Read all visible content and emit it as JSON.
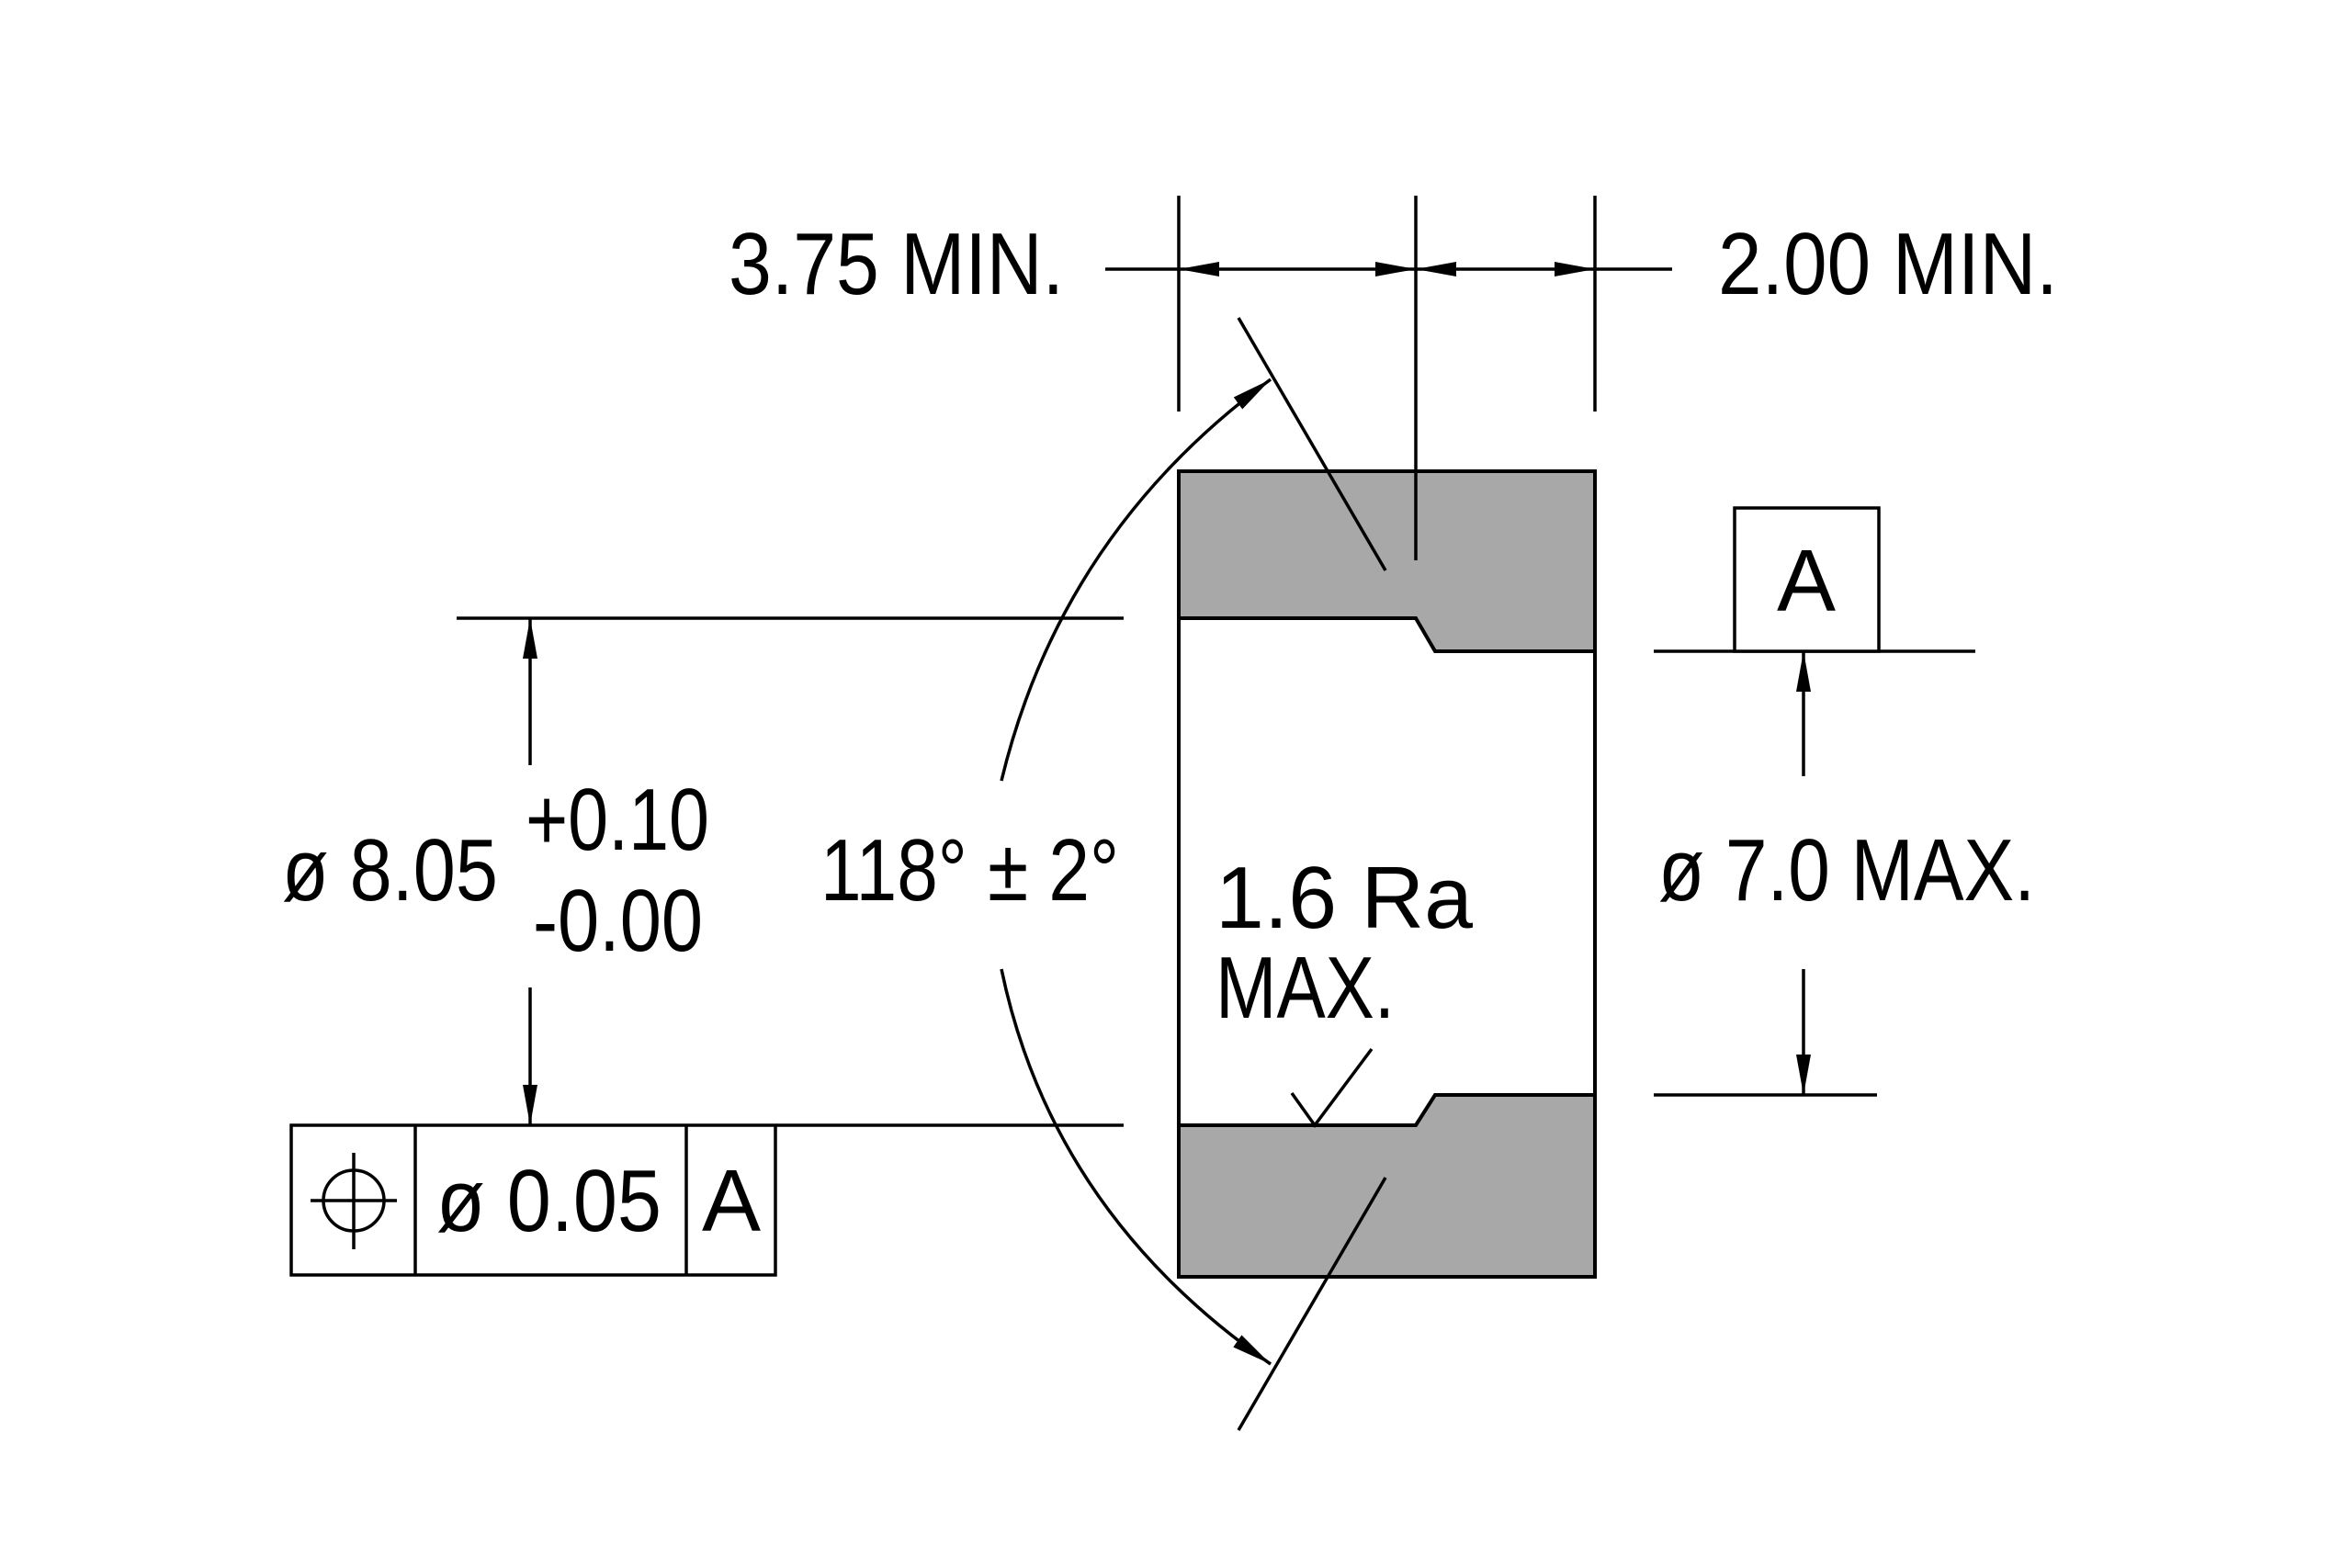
{
  "dimensions": {
    "depth_left": "3.75  MIN.",
    "depth_right": "2.00  MIN.",
    "hole_dia_nominal": "ø 8.05",
    "hole_tol_plus": "+0.10",
    "hole_tol_minus": "-0.00",
    "angle": "118° ± 2°",
    "small_dia": "ø 7.0 MAX."
  },
  "surface_finish": {
    "value": "1.6   Ra",
    "qualifier": "MAX."
  },
  "datum": {
    "letter": "A"
  },
  "feature_control_frame": {
    "symbol": "position-icon",
    "tolerance": "ø  0.05",
    "datum_ref": "A"
  },
  "colors": {
    "section_fill": "#a8a8a8",
    "line": "#000000",
    "background": "#ffffff"
  }
}
